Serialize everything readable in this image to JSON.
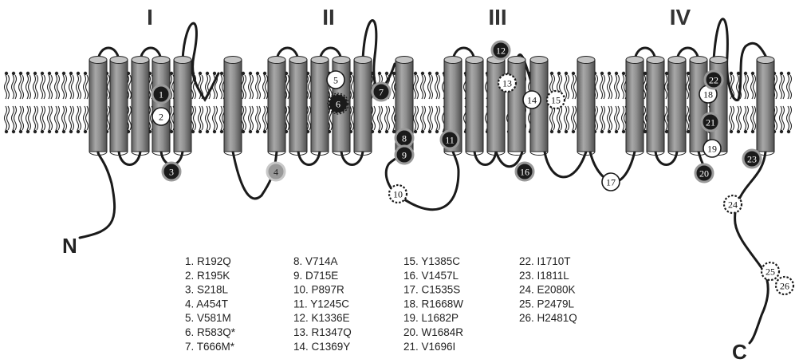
{
  "domains": [
    "I",
    "II",
    "III",
    "IV"
  ],
  "termini": {
    "n": "N",
    "c": "C"
  },
  "mutations": [
    {
      "n": "1",
      "label": "R192Q",
      "style": "black"
    },
    {
      "n": "2",
      "label": "R195K",
      "style": "white"
    },
    {
      "n": "3",
      "label": "S218L",
      "style": "black"
    },
    {
      "n": "4",
      "label": "A454T",
      "style": "gray"
    },
    {
      "n": "5",
      "label": "V581M",
      "style": "white"
    },
    {
      "n": "6",
      "label": "R583Q*",
      "style": "black-dashed"
    },
    {
      "n": "7",
      "label": "T666M*",
      "style": "black"
    },
    {
      "n": "8",
      "label": "V714A",
      "style": "black"
    },
    {
      "n": "9",
      "label": "D715E",
      "style": "black"
    },
    {
      "n": "10",
      "label": "P897R",
      "style": "white-dashed"
    },
    {
      "n": "11",
      "label": "Y1245C",
      "style": "black"
    },
    {
      "n": "12",
      "label": "K1336E",
      "style": "black"
    },
    {
      "n": "13",
      "label": "R1347Q",
      "style": "white-dashed"
    },
    {
      "n": "14",
      "label": "C1369Y",
      "style": "white"
    },
    {
      "n": "15",
      "label": "Y1385C",
      "style": "white-dashed"
    },
    {
      "n": "16",
      "label": "V1457L",
      "style": "black"
    },
    {
      "n": "17",
      "label": "C1535S",
      "style": "white"
    },
    {
      "n": "18",
      "label": "R1668W",
      "style": "white"
    },
    {
      "n": "19",
      "label": "L1682P",
      "style": "white"
    },
    {
      "n": "20",
      "label": "W1684R",
      "style": "black"
    },
    {
      "n": "21",
      "label": "V1696I",
      "style": "black"
    },
    {
      "n": "22",
      "label": "I1710T",
      "style": "black"
    },
    {
      "n": "23",
      "label": "I1811L",
      "style": "black"
    },
    {
      "n": "24",
      "label": "E2080K",
      "style": "white-dashed"
    },
    {
      "n": "25",
      "label": "P2479L",
      "style": "white-dashed"
    },
    {
      "n": "26",
      "label": "H2481Q",
      "style": "white-dashed"
    }
  ],
  "colors": {
    "helix": "#8f8f8f",
    "helix_light": "#c4c4c4",
    "helix_dark": "#5e5e5e",
    "marker_black": "#1a1a1a",
    "marker_ring": "#9a9a9a",
    "marker_gray": "#999999",
    "line": "#1a1a1a"
  }
}
